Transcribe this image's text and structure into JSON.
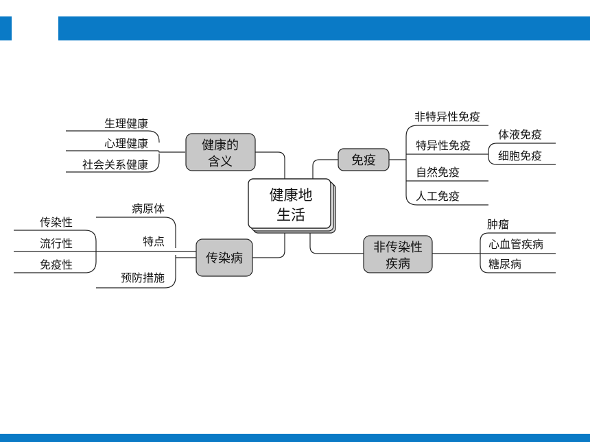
{
  "colors": {
    "brand_bar": "#0a7ac6",
    "node_fill": "#c8c8c8",
    "center_fill": "#ffffff",
    "line": "#222222"
  },
  "center": {
    "line1": "健康地",
    "line2": "生活"
  },
  "health_meaning": {
    "title_line1": "健康的",
    "title_line2": "含义",
    "items": [
      "生理健康",
      "心理健康",
      "社会关系健康"
    ]
  },
  "infectious": {
    "title": "传染病",
    "pathogen": "病原体",
    "features": {
      "label": "特点",
      "items": [
        "传染性",
        "流行性",
        "免疫性"
      ]
    },
    "prevention": "预防措施"
  },
  "immunity": {
    "title": "免疫",
    "nonspecific": "非特异性免疫",
    "specific": {
      "label": "特异性免疫",
      "items": [
        "体液免疫",
        "细胞免疫"
      ]
    },
    "natural": "自然免疫",
    "artificial": "人工免疫"
  },
  "noninfectious": {
    "title_line1": "非传染性",
    "title_line2": "疾病",
    "items": [
      "肿瘤",
      "心血管疾病",
      "糖尿病"
    ]
  }
}
